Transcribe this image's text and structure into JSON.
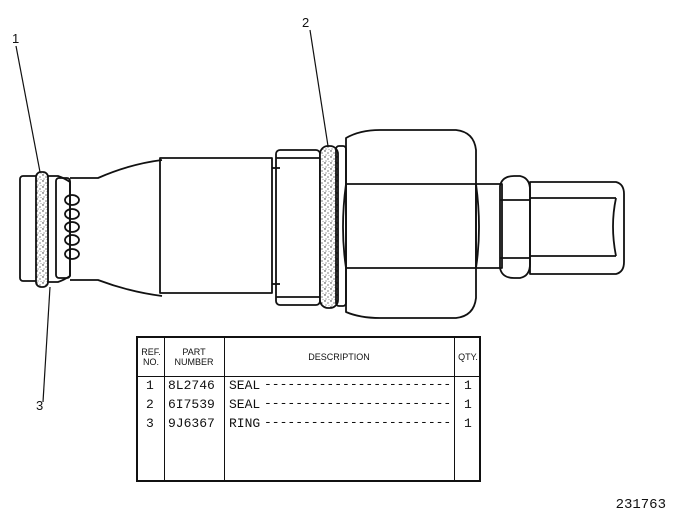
{
  "callouts": [
    "1",
    "2",
    "3"
  ],
  "table": {
    "headers": {
      "ref_no": "REF. NO.",
      "part_number": "PART NUMBER",
      "description": "DESCRIPTION",
      "qty": "QTY."
    },
    "rows": [
      {
        "ref": "1",
        "part": "8L2746",
        "desc": "SEAL",
        "qty": "1"
      },
      {
        "ref": "2",
        "part": "6I7539",
        "desc": "SEAL",
        "qty": "1"
      },
      {
        "ref": "3",
        "part": "9J6367",
        "desc": "RING",
        "qty": "1"
      }
    ]
  },
  "figure_number": "231763"
}
